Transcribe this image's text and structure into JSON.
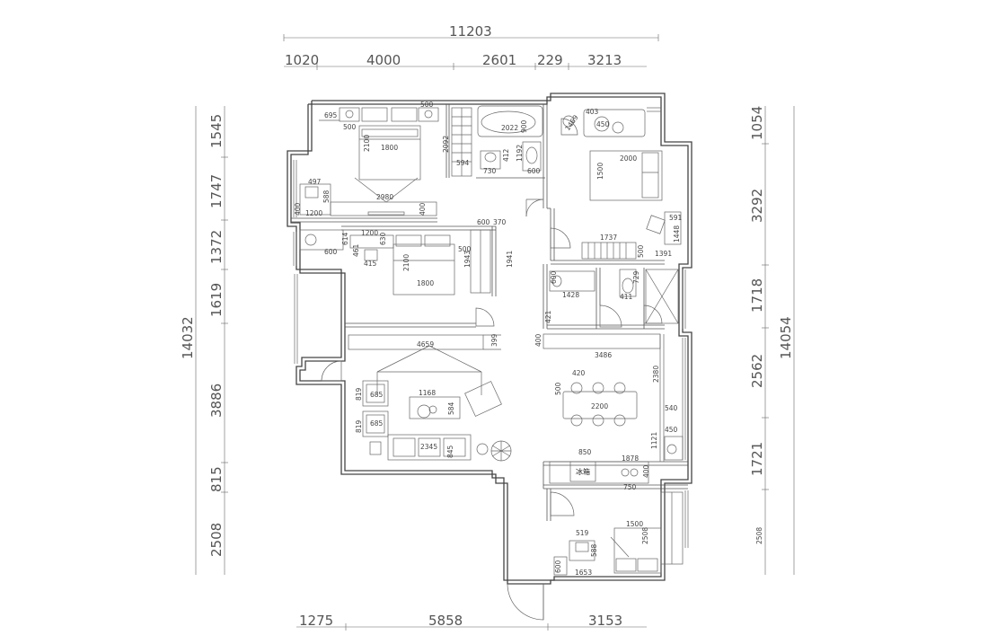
{
  "dimensions": {
    "top_total": "11203",
    "top_segments": [
      "1020",
      "4000",
      "2601",
      "229",
      "3213"
    ],
    "left_total": "14032",
    "left_segments": [
      "1545",
      "1747",
      "1372",
      "1619",
      "3886",
      "815",
      "2508"
    ],
    "right_total": "14054",
    "right_segments": [
      "1054",
      "3292",
      "1718",
      "2562",
      "1721",
      "2508"
    ],
    "bottom_segments": [
      "1275",
      "5858",
      "3153"
    ]
  },
  "labels": {
    "fridge": "冰箱"
  },
  "annotations": {
    "a695": "695",
    "a500a": "500",
    "a500b": "500",
    "a2100a": "2100",
    "a1800a": "1800",
    "a2980": "2980",
    "a497": "497",
    "a1200a": "1200",
    "a400a": "400",
    "a400b": "400",
    "a588a": "588",
    "a2092": "2092",
    "a594": "594",
    "a2022": "2022",
    "a900": "900",
    "a1192": "1192",
    "a412": "412",
    "a730": "730",
    "a600a": "600",
    "a1469": "1469",
    "a403": "403",
    "a450a": "450",
    "a2000": "2000",
    "a1500a": "1500",
    "a591": "591",
    "a1448": "1448",
    "a1737": "1737",
    "a500c": "500",
    "a1391": "1391",
    "a1200b": "1200",
    "a614": "614",
    "a600b": "600",
    "a630": "630",
    "a461": "461",
    "a415": "415",
    "a2100b": "2100",
    "a1800b": "1800",
    "a600c": "600",
    "a370": "370",
    "a500d": "500",
    "a1941": "1941",
    "a1943": "1943",
    "a600d": "600",
    "a1428": "1428",
    "a729": "729",
    "a411": "411",
    "a421": "421",
    "a4659": "4659",
    "a399": "399",
    "a400c": "400",
    "a3486": "3486",
    "a2380": "2380",
    "a819a": "819",
    "a685a": "685",
    "a819b": "819",
    "a685b": "685",
    "a1168": "1168",
    "a584": "584",
    "a2345": "2345",
    "a845": "845",
    "a420": "420",
    "a500e": "500",
    "a2200": "2200",
    "a540": "540",
    "a450b": "450",
    "a1121": "1121",
    "a850": "850",
    "a1878": "1878",
    "a400d": "400",
    "a750": "750",
    "a519": "519",
    "a588b": "588",
    "a1500b": "1500",
    "a2508s": "2508",
    "a600e": "600",
    "a1653": "1653",
    "a2508r": "2508"
  }
}
